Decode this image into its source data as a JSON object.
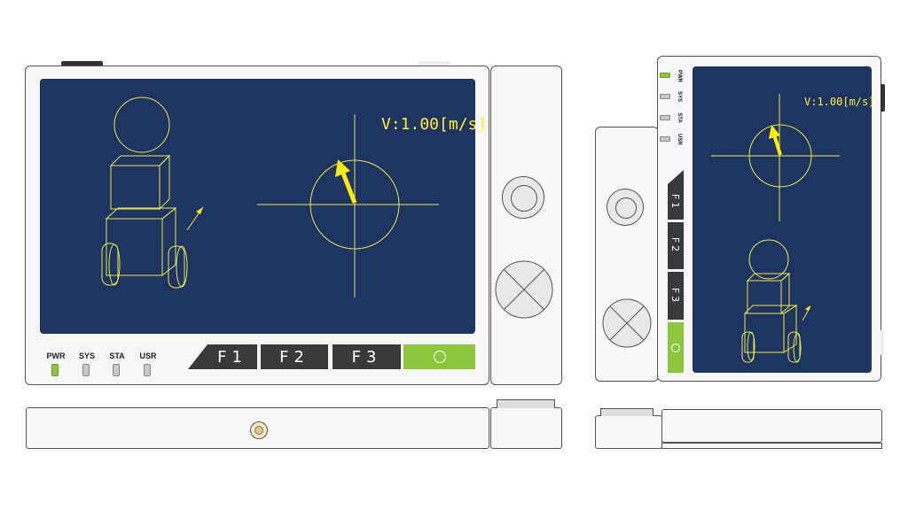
{
  "front_view": {
    "velocity_label": "V:1.00[m/s]",
    "leds": [
      {
        "label": "PWR",
        "on": true
      },
      {
        "label": "SYS",
        "on": false
      },
      {
        "label": "STA",
        "on": false
      },
      {
        "label": "USR",
        "on": false
      }
    ],
    "function_keys": [
      {
        "label": "F1"
      },
      {
        "label": "F2"
      },
      {
        "label": "F3"
      }
    ],
    "confirm_key_icon": "circle-icon"
  },
  "side_view": {
    "velocity_label": "V:1.00[m/s]",
    "leds": [
      {
        "label": "PWR",
        "on": true
      },
      {
        "label": "SYS",
        "on": false
      },
      {
        "label": "STA",
        "on": false
      },
      {
        "label": "USR",
        "on": false
      }
    ],
    "function_keys": [
      {
        "label": "F1"
      },
      {
        "label": "F2"
      },
      {
        "label": "F3"
      }
    ],
    "confirm_key_icon": "circle-icon"
  },
  "colors": {
    "screen_bg": "#1e3462",
    "drawing": "#e8e84a",
    "arrow": "#ffee00",
    "accent_green": "#8cc63f",
    "key_dark": "#3a3a3a"
  }
}
